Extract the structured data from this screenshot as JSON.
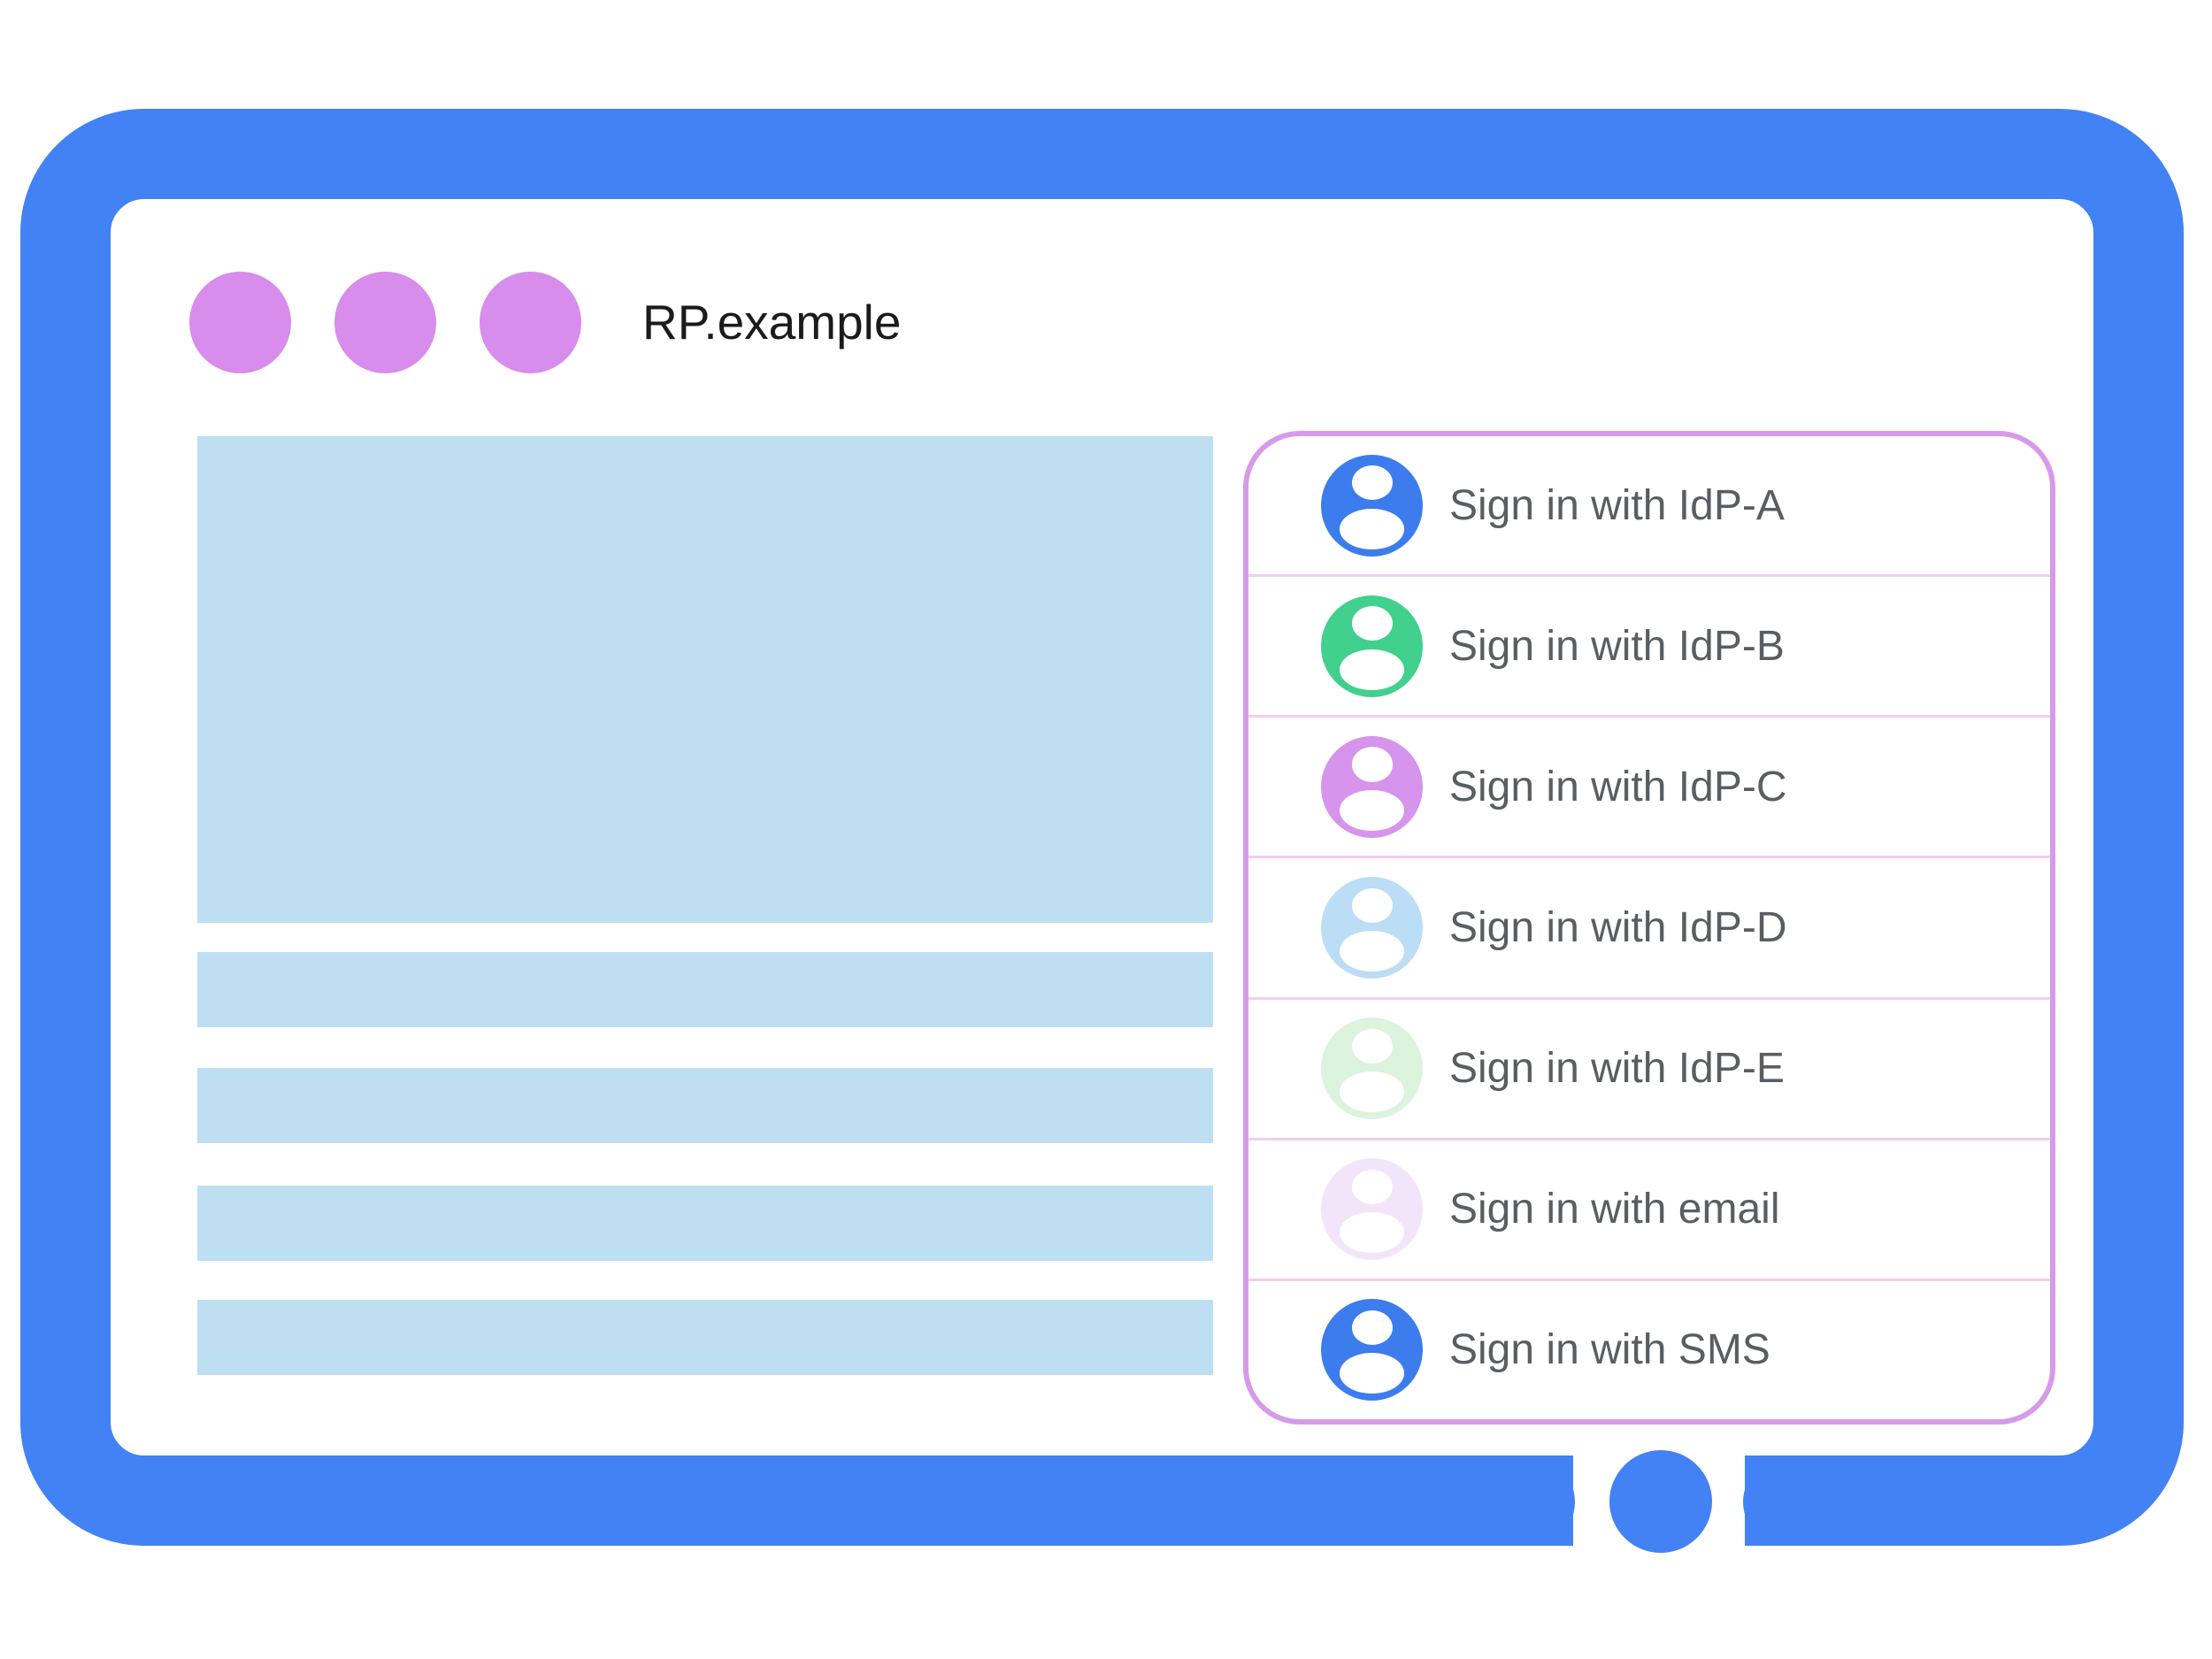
{
  "window": {
    "title": "RP.example",
    "control_dots": [
      {
        "icon": "window-control-dot"
      },
      {
        "icon": "window-control-dot"
      },
      {
        "icon": "window-control-dot"
      }
    ]
  },
  "theme": {
    "frame_blue": "#4282f4",
    "placeholder_blue": "#bedff2",
    "control_dot_orchid": "#d88ceb",
    "panel_border_pink": "#d79ae9",
    "divider_pink": "#f4ccf3",
    "label_gray": "#5a5e63",
    "title_black": "#1b1b1d"
  },
  "content_placeholders": {
    "hero_block": "placeholder",
    "text_bar_count": 4
  },
  "signin": {
    "avatar_icon": "person-avatar-icon",
    "options": [
      {
        "label": "Sign in with IdP-A",
        "color": "#3d7cec"
      },
      {
        "label": "Sign in with IdP-B",
        "color": "#41d08d"
      },
      {
        "label": "Sign in with IdP-C",
        "color": "#d694ec"
      },
      {
        "label": "Sign in with IdP-D",
        "color": "#bbddf5"
      },
      {
        "label": "Sign in with IdP-E",
        "color": "#dcf3de"
      },
      {
        "label": "Sign in with email",
        "color": "#f3e5f9"
      },
      {
        "label": "Sign in with SMS",
        "color": "#3d7cec"
      }
    ]
  },
  "device": {
    "home_button_icon": "home-button-circle"
  }
}
